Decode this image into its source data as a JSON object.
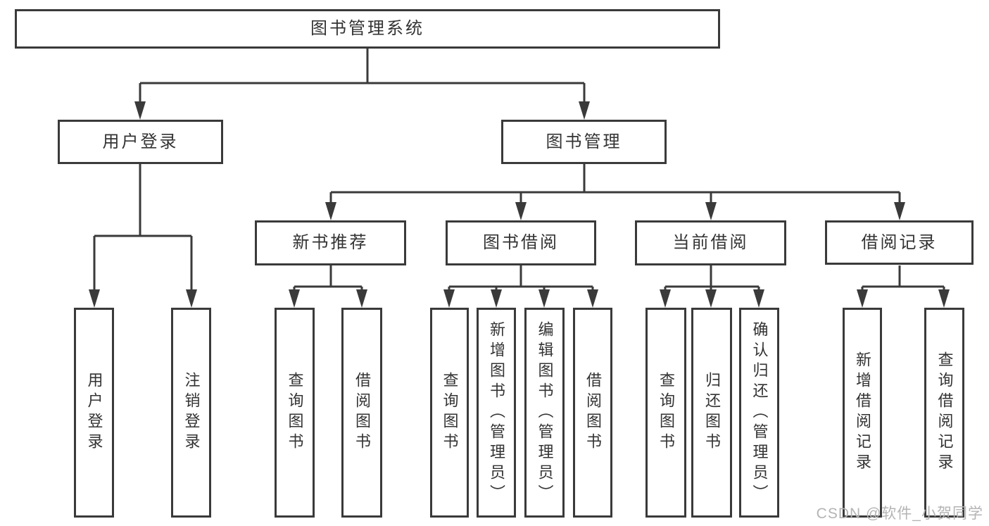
{
  "diagram": {
    "tree": {
      "label": "图书管理系统",
      "children": [
        {
          "label": "用户登录",
          "children": [
            {
              "label": "用户登录"
            },
            {
              "label": "注销登录"
            }
          ]
        },
        {
          "label": "图书管理",
          "children": [
            {
              "label": "新书推荐",
              "children": [
                {
                  "label": "查询图书"
                },
                {
                  "label": "借阅图书"
                }
              ]
            },
            {
              "label": "图书借阅",
              "children": [
                {
                  "label": "查询图书"
                },
                {
                  "label": "新增图书（管理员）"
                },
                {
                  "label": "编辑图书（管理员）"
                },
                {
                  "label": "借阅图书"
                }
              ]
            },
            {
              "label": "当前借阅",
              "children": [
                {
                  "label": "查询图书"
                },
                {
                  "label": "归还图书"
                },
                {
                  "label": "确认归还（管理员）"
                }
              ]
            },
            {
              "label": "借阅记录",
              "children": [
                {
                  "label": "新增借阅记录"
                },
                {
                  "label": "查询借阅记录"
                }
              ]
            }
          ]
        }
      ]
    }
  },
  "watermark": {
    "text": "CSDN @软件_小贺同学"
  },
  "colors": {
    "line": "#3a3a3a",
    "text": "#333333",
    "box_bg": "#ffffff",
    "background": "#ffffff",
    "watermark": "#b4b4b4"
  }
}
